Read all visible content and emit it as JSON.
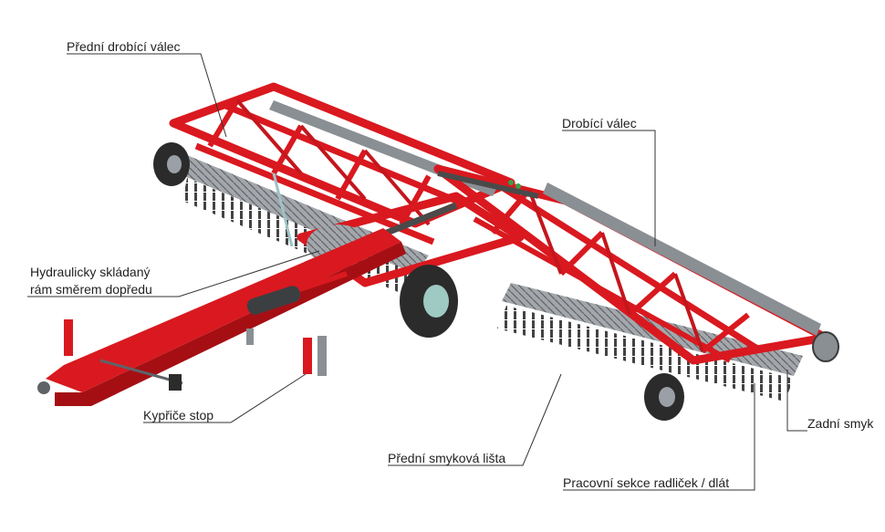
{
  "labels": {
    "front_crumbler_roller": "Přední drobící válec",
    "crumbler_roller": "Drobící válec",
    "hydraulic_frame_line1": "Hydraulicky skládaný",
    "hydraulic_frame_line2": "rám směrem dopředu",
    "track_loosener": "Kypřiče stop",
    "front_leveling_bar": "Přední smyková lišta",
    "working_section": "Pracovní sekce radliček / dlát",
    "rear_leveler": "Zadní smyk"
  },
  "colors": {
    "frame_red": "#d9191f",
    "frame_red_dark": "#a50f14",
    "roller_gray": "#8a8f94",
    "tine_dark": "#3a3a3a",
    "tire_dark": "#2b2b2b",
    "hub_teal": "#9fc9c3",
    "leader_line": "#333333"
  }
}
